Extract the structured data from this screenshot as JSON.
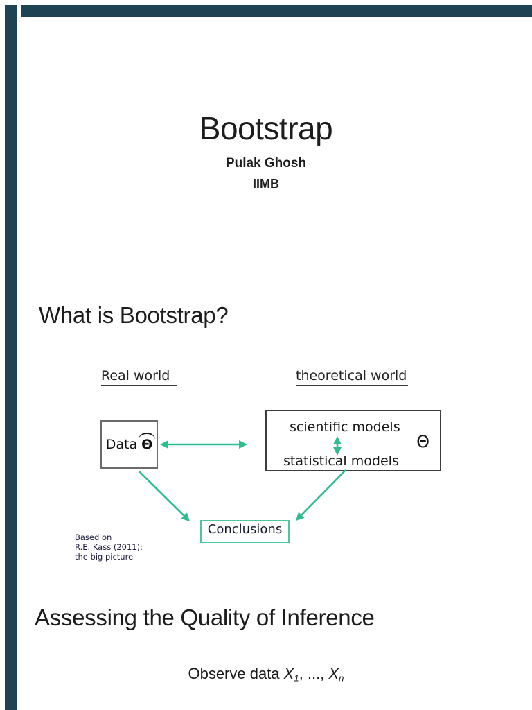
{
  "colors": {
    "accent-green": "#2ebd8d",
    "conclusions-green": "#4cc69b",
    "frame-teal": "#1e4353",
    "text-dark": "#1c1c1c"
  },
  "slides": [
    {
      "title": "Bootstrap",
      "author": "Pulak Ghosh",
      "institution": "IIMB"
    },
    {
      "heading": "What is Bootstrap?",
      "diagram": {
        "left_column_label": "Real world",
        "right_column_label": "theoretical world",
        "data_box_label": "Data",
        "data_box_symbol": "Θ",
        "models_box_line1": "scientific models",
        "models_box_line2": "statistical models",
        "models_box_symbol": "Θ",
        "conclusions_label": "Conclusions",
        "citation_lines": [
          "Based on",
          "R.E. Kass (2011):",
          "the big picture"
        ]
      }
    },
    {
      "heading": "Assessing the Quality of Inference",
      "observe_line": {
        "prefix": "Observe data ",
        "var": "X",
        "sub_first": "1",
        "separator": ", ..., ",
        "sub_last": "n"
      }
    }
  ]
}
